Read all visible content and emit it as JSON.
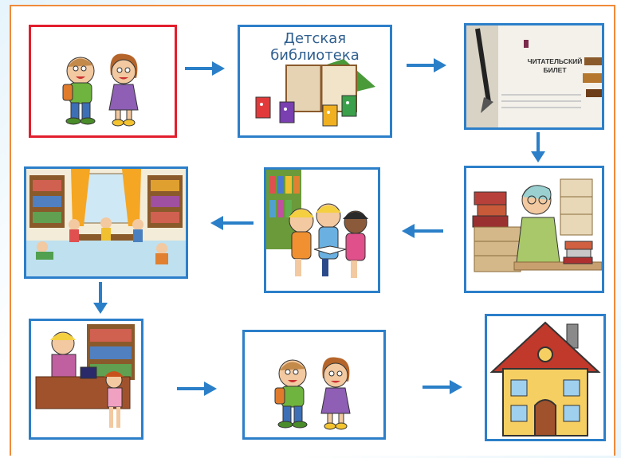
{
  "steps": [
    {
      "id": 1,
      "scene": "children-walking",
      "highlight": "#e31e2d"
    },
    {
      "id": 2,
      "scene": "children-library-sign",
      "title": "Детская библиотека"
    },
    {
      "id": 3,
      "scene": "library-card",
      "card_text": "ЧИТАТЕЛЬСКИЙ БИЛЕТ"
    },
    {
      "id": 4,
      "scene": "librarian-at-desk"
    },
    {
      "id": 5,
      "scene": "children-reading-book"
    },
    {
      "id": 6,
      "scene": "reading-room"
    },
    {
      "id": 7,
      "scene": "returning-book-at-counter"
    },
    {
      "id": 8,
      "scene": "children-walking-home"
    },
    {
      "id": 9,
      "scene": "house"
    }
  ],
  "colors": {
    "border": "#2c7fc9",
    "highlight": "#e31e2d",
    "arrow": "#2a7fc8",
    "frame": "#f08a3a"
  },
  "arrow_icon": "arrow-icon"
}
